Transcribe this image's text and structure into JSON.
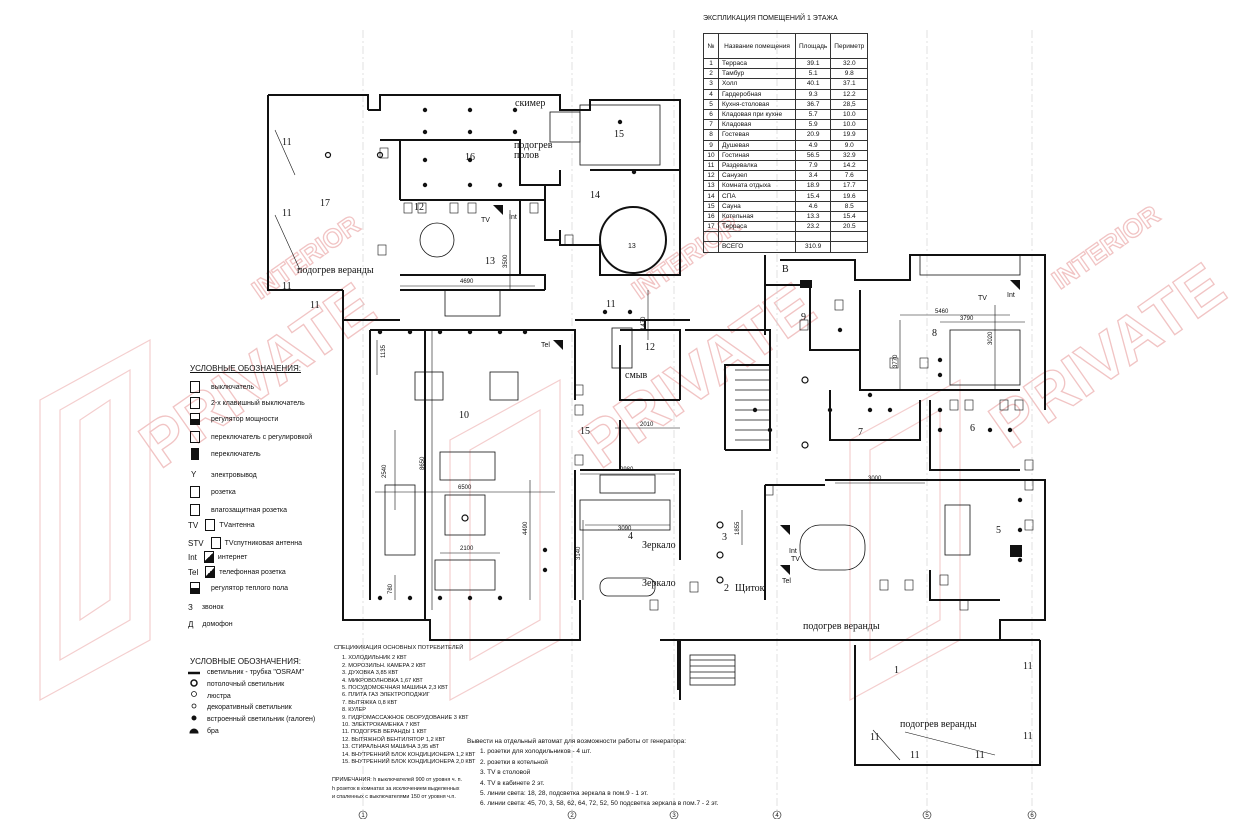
{
  "table": {
    "title": "ЭКСПЛИКАЦИЯ ПОМЕЩЕНИЙ 1 ЭТАЖА",
    "headers": [
      "№",
      "Название помещения",
      "Площадь",
      "Периметр"
    ],
    "rows": [
      [
        "1",
        "Терраса",
        "39.1",
        "32.0"
      ],
      [
        "2",
        "Тамбур",
        "5.1",
        "9.8"
      ],
      [
        "3",
        "Холл",
        "40.1",
        "37.1"
      ],
      [
        "4",
        "Гардеробная",
        "9.3",
        "12.2"
      ],
      [
        "5",
        "Кухня-столовая",
        "36.7",
        "28,5"
      ],
      [
        "6",
        "Кладовая при кухне",
        "5.7",
        "10.0"
      ],
      [
        "7",
        "Кладовая",
        "5.9",
        "10.0"
      ],
      [
        "8",
        "Гостевая",
        "20.9",
        "19.9"
      ],
      [
        "9",
        "Душевая",
        "4.9",
        "9.0"
      ],
      [
        "10",
        "Гостиная",
        "56.5",
        "32.9"
      ],
      [
        "11",
        "Раздевалка",
        "7.9",
        "14.2"
      ],
      [
        "12",
        "Санузел",
        "3.4",
        "7.6"
      ],
      [
        "13",
        "Комната отдыха",
        "18.9",
        "17.7"
      ],
      [
        "14",
        "СПА",
        "15.4",
        "19.6"
      ],
      [
        "15",
        "Сауна",
        "4.6",
        "8.5"
      ],
      [
        "16",
        "Котельная",
        "13.3",
        "15.4"
      ],
      [
        "17",
        "Терраса",
        "23.2",
        "20.5"
      ]
    ],
    "total_label": "ВСЕГО",
    "total_value": "310.9"
  },
  "legend1": {
    "title": "УСЛОВНЫЕ ОБОЗНАЧЕНИЯ:",
    "items": [
      {
        "sym": "",
        "label": "выключатель"
      },
      {
        "sym": "",
        "label": "2-х клавишный выключатель"
      },
      {
        "sym": "",
        "label": "регулятор мощности"
      },
      {
        "sym": "",
        "label": "переключатель с регулировкой"
      },
      {
        "sym": "",
        "label": "переключатель"
      },
      {
        "sym": "",
        "label": "электровывод"
      },
      {
        "sym": "",
        "label": "розетка"
      },
      {
        "sym": "",
        "label": "влагозащитная розетка"
      },
      {
        "sym": "TV",
        "label": "TVантенна"
      },
      {
        "sym": "STV",
        "label": "TVспутниковая антенна"
      },
      {
        "sym": "Int",
        "label": "интернет"
      },
      {
        "sym": "Tel",
        "label": "телефонная розетка"
      },
      {
        "sym": "",
        "label": "регулятор теплого пола"
      },
      {
        "sym": "З",
        "label": "звонок"
      },
      {
        "sym": "Д",
        "label": "домофон"
      }
    ]
  },
  "legend2": {
    "title": "УСЛОВНЫЕ ОБОЗНАЧЕНИЯ:",
    "items": [
      "светильник - трубка \"OSRAM\"",
      "потолочный светильник",
      "люстра",
      "декоративный светильник",
      "встроенный светильник (галоген)",
      "бра"
    ]
  },
  "spec": {
    "title": "СПЕЦИФИКАЦИЯ ОСНОВНЫХ ПОТРЕБИТЕЛЕЙ",
    "items": [
      "1. ХОЛОДИЛЬНИК 2 КВТ",
      "2. МОРОЗИЛЬН. КАМЕРА 2 КВТ",
      "3. ДУХОВКА 3,85 КВТ",
      "4. МИКРОВОЛНОВКА 1,67 КВТ",
      "5. ПОСУДОМОЕЧНАЯ МАШИНА 2,3 КВТ",
      "6. ПЛИТА ГАЗ ЭЛЕКТРОПОДЖИГ",
      "7. ВЫТЯЖКА 0,8 КВТ",
      "8. КУЛЕР",
      "9. ГИДРОМАССАЖНОЕ ОБОРУДОВАНИЕ 3 КВТ",
      "10. ЭЛЕКТРОКАМЕНКА 7 КВТ",
      "11. ПОДОГРЕВ ВЕРАНДЫ 1 КВТ",
      "12. ВЫТЯЖНОЙ ВЕНТИЛЯТОР 1,2 КВТ",
      "13. СТИРАЛЬНАЯ МАШИНА 3,95 кВТ",
      "14. ВНУТРЕННИЙ БЛОК КОНДИЦИОНЕРА 1,2 КВТ",
      "15. ВНУТРЕННИЙ БЛОК КОНДИЦИОНЕРА 2,0 КВТ"
    ]
  },
  "notes": {
    "lines": [
      "ПРИМЕЧАНИЯ: h выключателей 900 от уровня ч. п.",
      "h розеток в комнатах за исключением выделенных",
      "и спаленных с выключателями 150 от уровня ч.п."
    ]
  },
  "generator": {
    "title": "Вывести на отдельный автомат для возможности работы от генератора:",
    "items": [
      "1. розетки для холодильников - 4 шт.",
      "2. розетки  в котельной",
      "3. TV в столовой",
      "4. TV в кабинете 2 эт.",
      "5. линии света: 18, 28, подсветка зеркала в пом.9 - 1 эт.",
      "6. линии света: 45, 70, 3, 58, 62, 64, 72, 52, 50 подсветка зеркала в пом.7 - 2 эт."
    ]
  },
  "plan_labels": {
    "skimmer": "скимер",
    "floor_heating": "подогрев",
    "floors": "полов",
    "veranda_heating": "подогрев веранды",
    "flush": "смыв",
    "mirror": "Зеркало",
    "panel": "Щиток",
    "tv": "TV",
    "int": "Int",
    "tel": "Tel",
    "v": "В",
    "dims": [
      "4690",
      "3500",
      "1470",
      "1135",
      "2010",
      "2980",
      "2540",
      "8650",
      "6500",
      "2100",
      "780",
      "4490",
      "3090",
      "3140",
      "1855",
      "5460",
      "3790",
      "3770",
      "3020",
      "3000"
    ],
    "rooms": [
      "1",
      "2",
      "3",
      "4",
      "5",
      "6",
      "7",
      "8",
      "9",
      "10",
      "11",
      "12",
      "13",
      "14",
      "15",
      "16",
      "17"
    ],
    "axes": [
      "1",
      "2",
      "3",
      "4",
      "5",
      "6"
    ],
    "eleven": "11",
    "watermark": "PRIVATE",
    "watermark2": "INTERIOR"
  }
}
